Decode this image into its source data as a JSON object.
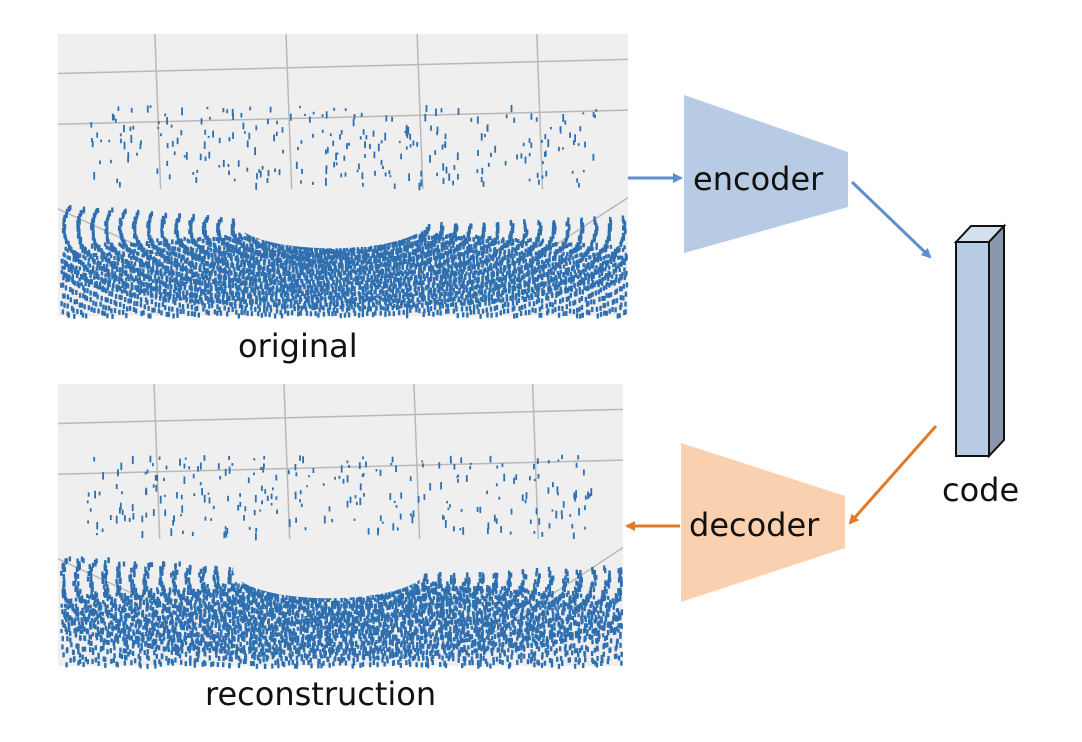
{
  "labels": {
    "original": "original",
    "reconstruction": "reconstruction",
    "encoder": "encoder",
    "decoder": "decoder",
    "code": "code"
  },
  "colors": {
    "point_cloud": "#2e6fb0",
    "panel_background": "#efefef",
    "grid": "#b9b9b9",
    "encoder_fill": "#b8cbe4",
    "decoder_fill": "#f9d1b1",
    "encoder_arrow": "#5b8fd0",
    "decoder_arrow": "#e07a28",
    "code_front": "#b8cbe4",
    "code_side": "#8a98ad",
    "code_top": "#d4e0ef",
    "code_stroke": "#111111"
  },
  "icons": {
    "original_panel": "lidar-point-cloud-image",
    "reconstruction_panel": "lidar-point-cloud-image",
    "code_block": "latent-vector-box"
  }
}
